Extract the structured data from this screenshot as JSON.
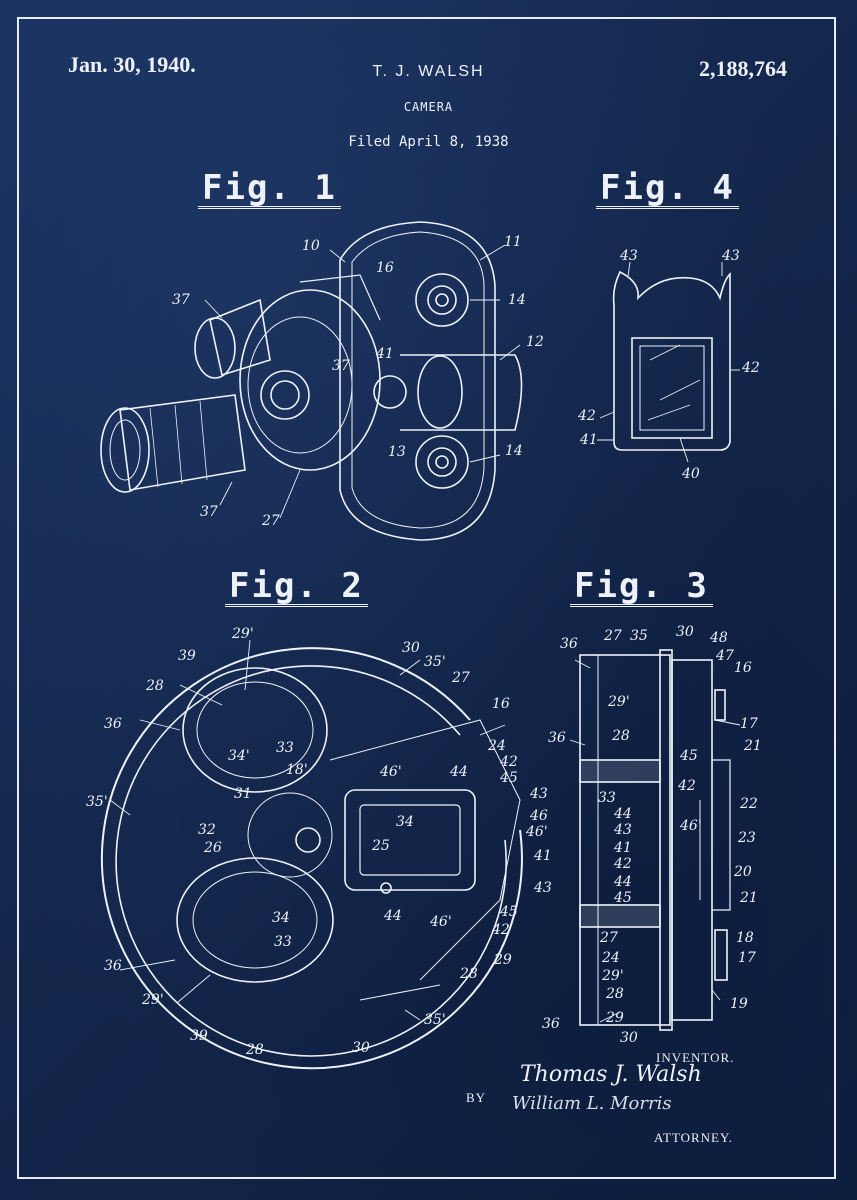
{
  "header": {
    "date": "Jan. 30, 1940.",
    "inventor": "T. J. WALSH",
    "subject": "CAMERA",
    "filed": "Filed April 8, 1938",
    "patent_number": "2,188,764"
  },
  "figures": {
    "fig1": "Fig. 1",
    "fig2": "Fig. 2",
    "fig3": "Fig. 3",
    "fig4": "Fig. 4"
  },
  "fig1_refs": [
    "10",
    "11",
    "16",
    "37",
    "14",
    "12",
    "37",
    "41",
    "13",
    "14",
    "37",
    "27"
  ],
  "fig4_refs": [
    "43",
    "43",
    "42",
    "42",
    "41",
    "40"
  ],
  "fig2_refs": [
    "39",
    "29'",
    "30",
    "35'",
    "27",
    "28",
    "16",
    "36",
    "34'",
    "33",
    "24",
    "42",
    "18'",
    "46'",
    "44",
    "45",
    "43",
    "35'",
    "31",
    "34",
    "46",
    "32",
    "26",
    "25",
    "46'",
    "41",
    "43",
    "44",
    "46'",
    "45",
    "34",
    "42",
    "33",
    "29",
    "36",
    "28",
    "29'",
    "35'",
    "39",
    "28",
    "30"
  ],
  "fig3_refs": [
    "36",
    "27",
    "35",
    "30",
    "48",
    "47",
    "16",
    "29'",
    "28",
    "17",
    "36",
    "21",
    "45",
    "33",
    "42",
    "22",
    "44",
    "43",
    "46'",
    "23",
    "41",
    "20",
    "42",
    "44",
    "45",
    "21",
    "27",
    "18",
    "24",
    "17",
    "29'",
    "28",
    "19",
    "36",
    "29",
    "30"
  ],
  "signature": {
    "inventor_label": "INVENTOR.",
    "inventor_name": "Thomas J. Walsh",
    "by_label": "BY",
    "attorney_name": "William L. Morris",
    "attorney_label": "ATTORNEY."
  }
}
